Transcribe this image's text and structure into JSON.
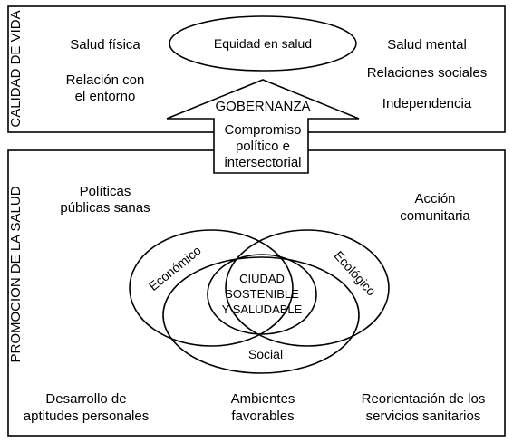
{
  "quality_of_life": {
    "side_label": "CALIDAD DE VIDA",
    "center": "Equidad en salud",
    "left": [
      "Salud física",
      "Relación con",
      "el entorno"
    ],
    "right": [
      "Salud mental",
      "Relaciones sociales",
      "Independencia"
    ]
  },
  "governance": {
    "title": "GOBERNANZA",
    "lines": [
      "Compromiso",
      "político e",
      "intersectorial"
    ]
  },
  "health_promotion": {
    "side_label": "PROMOCIÓN DE LA SALUD",
    "top_left": [
      "Políticas",
      "públicas sanas"
    ],
    "top_right": [
      "Acción",
      "comunitaria"
    ],
    "bottom_left": [
      "Desarrollo de",
      "aptitudes personales"
    ],
    "bottom_center": [
      "Ambientes",
      "favorables"
    ],
    "bottom_right": [
      "Reorientación de los",
      "servicios sanitarios"
    ]
  },
  "venn": {
    "economic": "Económico",
    "ecological": "Ecológico",
    "social": "Social",
    "center": [
      "CIUDAD",
      "SOSTENIBLE",
      "Y SALUDABLE"
    ]
  }
}
